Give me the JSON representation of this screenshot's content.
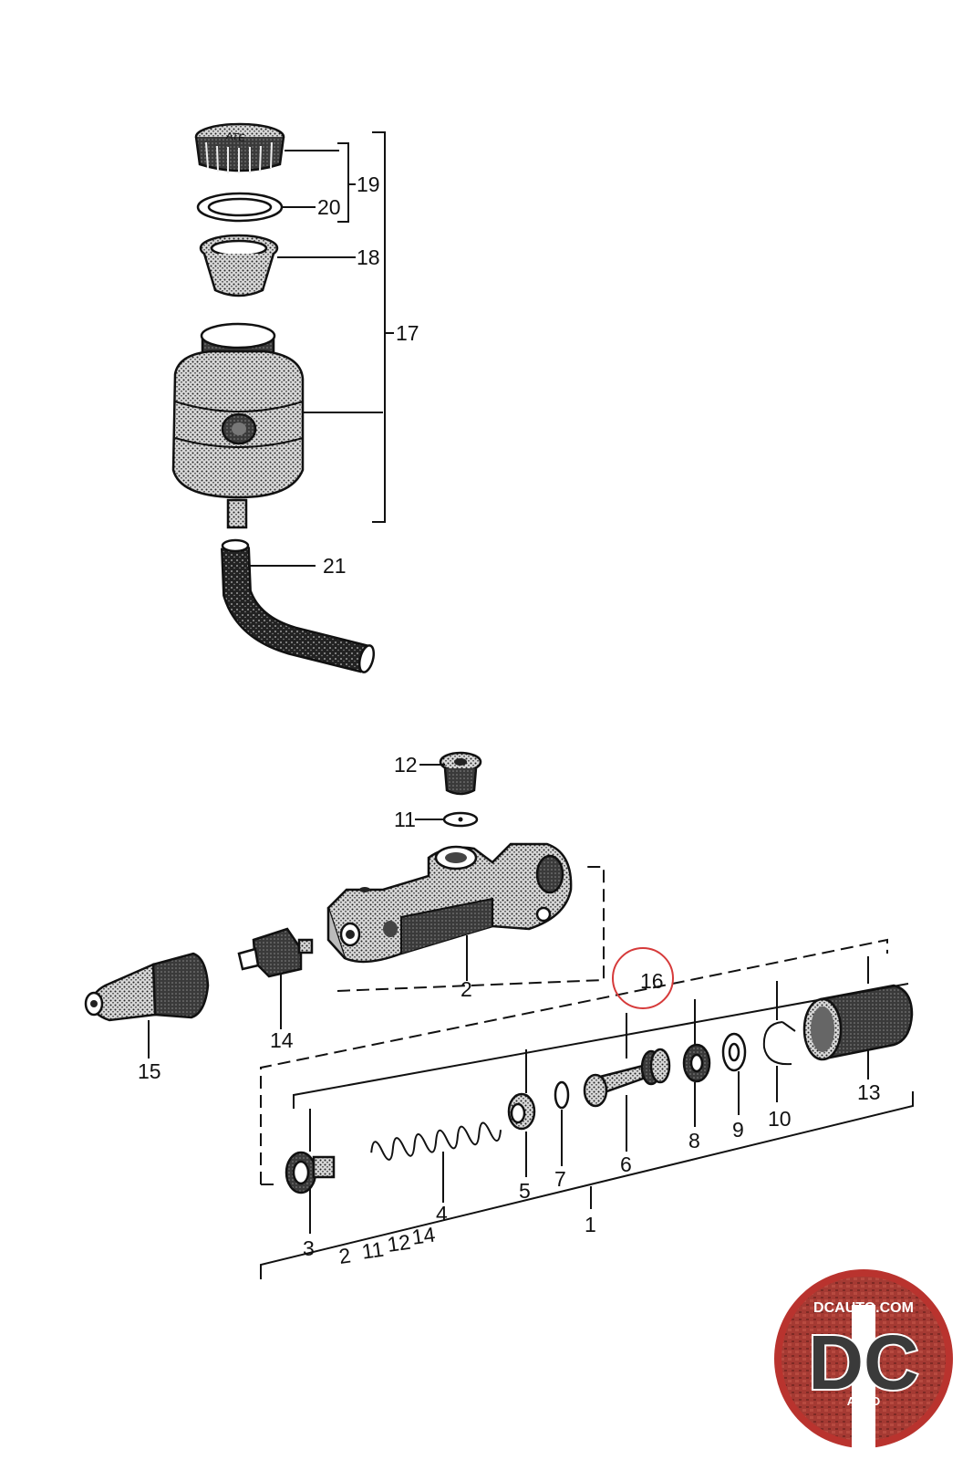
{
  "labels": {
    "p1": "1",
    "p2": "2",
    "p3": "3",
    "p4": "4",
    "p5": "5",
    "p6": "6",
    "p7": "7",
    "p8": "8",
    "p9": "9",
    "p10": "10",
    "p11": "11",
    "p12": "12",
    "p13": "13",
    "p14": "14",
    "p15": "15",
    "p16": "16",
    "p17": "17",
    "p18": "18",
    "p19": "19",
    "p20": "20",
    "p21": "21"
  },
  "note_under_1": [
    "2",
    "11",
    "12",
    "14"
  ],
  "highlight": {
    "part": "16",
    "color": "#d63a3a"
  },
  "cap_text": "ATE",
  "watermark": {
    "site": "DCAUTO.COM",
    "letters": "DC",
    "sub": "AUTO",
    "colors": {
      "ring": "#b9332e",
      "inner": "#8a2a25",
      "stripe": "#ffffff",
      "letters": "#3a3a3a"
    }
  }
}
